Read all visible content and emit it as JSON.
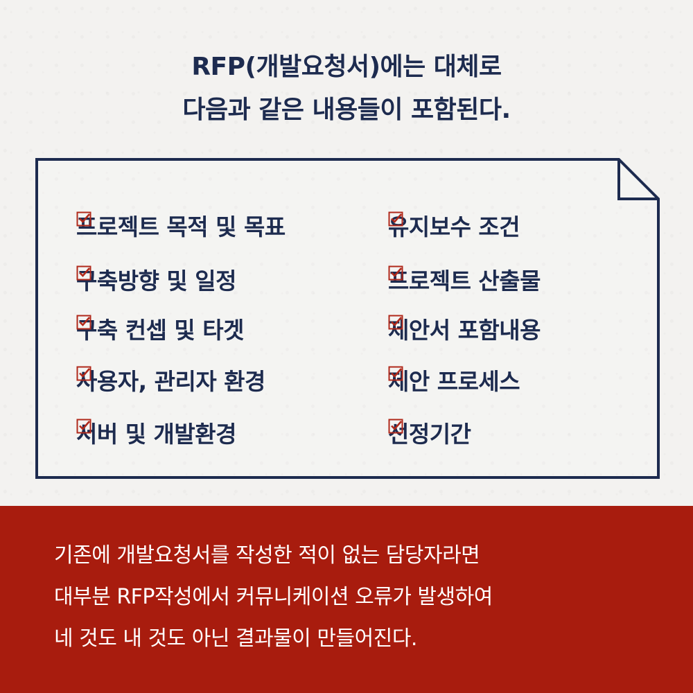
{
  "headline": {
    "line1": "RFP(개발요청서)에는 대체로",
    "line2": "다음과 같은 내용들이 포함된다."
  },
  "checklist": {
    "left": [
      "프로젝트 목적 및 목표",
      "구축방향 및 일정",
      "구축 컨셉 및 타겟",
      "사용자, 관리자 환경",
      "서버 및 개발환경"
    ],
    "right": [
      "유지보수 조건",
      "프로젝트 산출물",
      "제안서 포함내용",
      "제안 프로세스",
      "선정기간"
    ]
  },
  "footer": {
    "line1": "기존에 개발요청서를 작성한 적이 없는 담당자라면",
    "line2": "대부분 RFP작성에서  커뮤니케이션 오류가 발생하여",
    "line3": "네 것도 내 것도 아닌 결과물이 만들어진다."
  },
  "colors": {
    "navy": "#1d2b4f",
    "red": "#a81c0e",
    "check_red": "#b0291b",
    "background": "#f2f1ef"
  },
  "icons": {
    "checkbox": "checked-box-icon"
  }
}
